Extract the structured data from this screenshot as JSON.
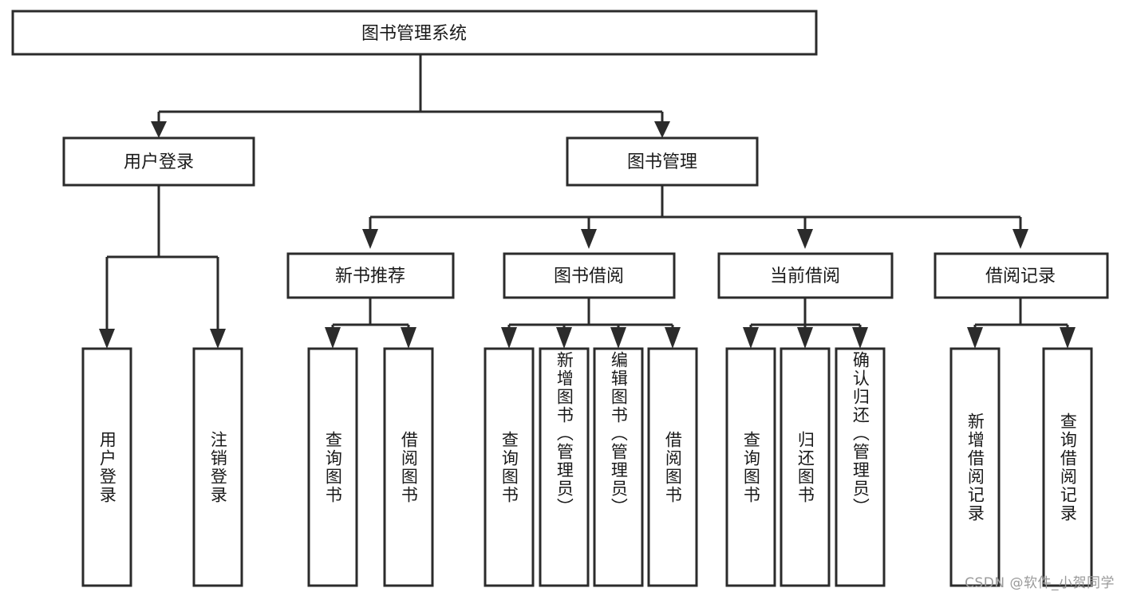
{
  "diagram": {
    "type": "tree-hierarchy",
    "title": "图书管理系统",
    "watermark": "CSDN @软件_小贺同学",
    "colors": {
      "background": "#ffffff",
      "stroke": "#2b2b2b",
      "text": "#1a1a1a",
      "watermark": "#9a9a9a"
    },
    "nodes": {
      "root": {
        "label": "图书管理系统",
        "level": 1,
        "orientation": "horizontal"
      },
      "level2": [
        {
          "label": "用户登录",
          "orientation": "horizontal"
        },
        {
          "label": "图书管理",
          "orientation": "horizontal"
        }
      ],
      "level3": [
        {
          "label": "新书推荐",
          "orientation": "horizontal"
        },
        {
          "label": "图书借阅",
          "orientation": "horizontal"
        },
        {
          "label": "当前借阅",
          "orientation": "horizontal"
        },
        {
          "label": "借阅记录",
          "orientation": "horizontal"
        }
      ],
      "leaves": {
        "user_login_children": [
          {
            "label": "用户登录",
            "orientation": "vertical"
          },
          {
            "label": "注销登录",
            "orientation": "vertical"
          }
        ],
        "new_book_children": [
          {
            "label": "查询图书",
            "orientation": "vertical"
          },
          {
            "label": "借阅图书",
            "orientation": "vertical"
          }
        ],
        "book_borrow_children": [
          {
            "label": "查询图书",
            "orientation": "vertical"
          },
          {
            "label": "新增图书（管理员）",
            "orientation": "vertical"
          },
          {
            "label": "编辑图书（管理员）",
            "orientation": "vertical"
          },
          {
            "label": "借阅图书",
            "orientation": "vertical"
          }
        ],
        "current_borrow_children": [
          {
            "label": "查询图书",
            "orientation": "vertical"
          },
          {
            "label": "归还图书",
            "orientation": "vertical"
          },
          {
            "label": "确认归还（管理员）",
            "orientation": "vertical"
          }
        ],
        "borrow_record_children": [
          {
            "label": "新增借阅记录",
            "orientation": "vertical"
          },
          {
            "label": "查询借阅记录",
            "orientation": "vertical"
          }
        ]
      }
    }
  }
}
